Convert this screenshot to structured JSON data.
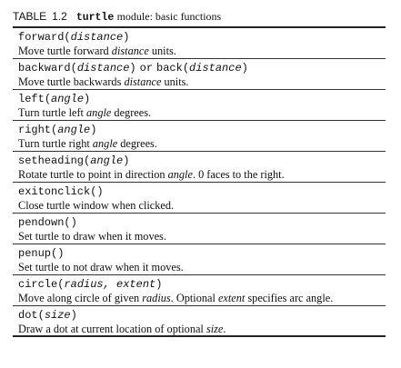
{
  "caption": {
    "table_label": "TABLE",
    "table_number": "1.2",
    "module_name": "turtle",
    "title_rest": "module: basic functions"
  },
  "rows": [
    {
      "fn": "forward",
      "arg": "distance",
      "desc_a": "Move turtle forward ",
      "desc_i": "distance",
      "desc_b": " units."
    },
    {
      "fn": "backward",
      "arg": "distance",
      "or": "or",
      "fn2": "back",
      "arg2": "distance",
      "desc_a": "Move turtle backwards ",
      "desc_i": "distance",
      "desc_b": " units."
    },
    {
      "fn": "left",
      "arg": "angle",
      "desc_a": "Turn turtle left ",
      "desc_i": "angle",
      "desc_b": " degrees."
    },
    {
      "fn": "right",
      "arg": "angle",
      "desc_a": "Turn turtle right ",
      "desc_i": "angle",
      "desc_b": " degrees."
    },
    {
      "fn": "setheading",
      "arg": "angle",
      "desc_a": "Rotate turtle to point in direction ",
      "desc_i": "angle",
      "desc_b": ". 0 faces to the right."
    },
    {
      "fn": "exitonclick",
      "arg": "",
      "desc_a": "Close turtle window when clicked.",
      "desc_i": "",
      "desc_b": ""
    },
    {
      "fn": "pendown",
      "arg": "",
      "desc_a": "Set turtle to draw when it moves.",
      "desc_i": "",
      "desc_b": ""
    },
    {
      "fn": "penup",
      "arg": "",
      "desc_a": "Set turtle to not draw when it moves.",
      "desc_i": "",
      "desc_b": ""
    },
    {
      "fn": "circle",
      "arg": "radius, extent",
      "desc_a": "Move along circle of given ",
      "desc_i": "radius",
      "desc_b": ". Optional ",
      "desc_i2": "extent",
      "desc_c": " specifies arc angle."
    },
    {
      "fn": "dot",
      "arg": "size",
      "desc_a": "Draw a dot at current location of optional ",
      "desc_i": "size",
      "desc_b": "."
    }
  ]
}
